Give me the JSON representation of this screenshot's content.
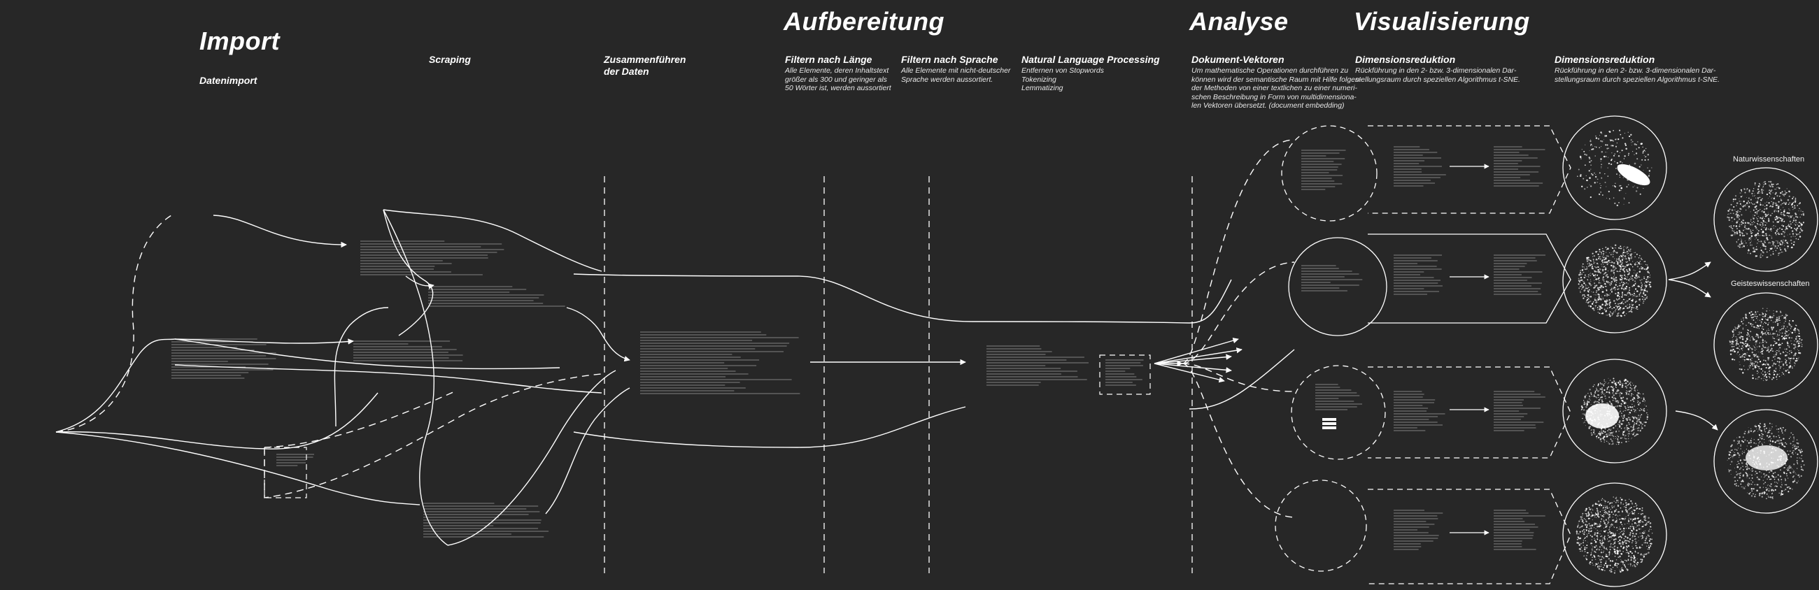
{
  "phases": {
    "import": "Import",
    "aufbereitung": "Aufbereitung",
    "analyse": "Analyse",
    "visualisierung": "Visualisierung"
  },
  "steps": {
    "datenimport": {
      "title": "Datenimport"
    },
    "scraping": {
      "title": "Scraping"
    },
    "zusammenfuehren": {
      "title_lines": [
        "Zusammenführen",
        "der Daten"
      ]
    },
    "laenge": {
      "title": "Filtern nach Länge",
      "desc_lines": [
        "Alle Elemente, deren Inhaltstext",
        "größer als 300 und geringer als",
        "50 Wörter ist, werden aussortiert"
      ]
    },
    "sprache": {
      "title": "Filtern nach Sprache",
      "desc_lines": [
        "Alle Elemente mit nicht-deutscher",
        "Sprache werden aussortiert."
      ]
    },
    "nlp": {
      "title": "Natural Language Processing",
      "desc_lines": [
        "Entfernen von Stopwords",
        "Tokenizing",
        "Lemmatizing"
      ]
    },
    "vektoren": {
      "title": "Dokument-Vektoren",
      "desc_lines": [
        "Um mathematische Operationen durchführen zu",
        "können wird der semantische Raum mit Hilfe folgen-",
        "der Methoden von einer textlichen zu einer numeri-",
        "schen Beschreibung in Form von multidimensiona-",
        "len Vektoren übersetzt. (document embedding)"
      ]
    },
    "dimred1": {
      "title": "Dimensionsreduktion",
      "desc_lines": [
        "Rückführung in den 2- bzw. 3-dimensionalen Dar-",
        "stellungsraum durch speziellen Algorithmus t-SNE."
      ]
    },
    "dimred2": {
      "title": "Dimensionsreduktion",
      "desc_lines": [
        "Rückführung in den 2- bzw. 3-dimensionalen Dar-",
        "stellungsraum durch speziellen Algorithmus t-SNE."
      ]
    }
  },
  "categories": {
    "natur": "Naturwissenschaften",
    "geistes": "Geisteswissenschaften"
  },
  "colors": {
    "background": "#272727",
    "foreground": "#ffffff"
  }
}
